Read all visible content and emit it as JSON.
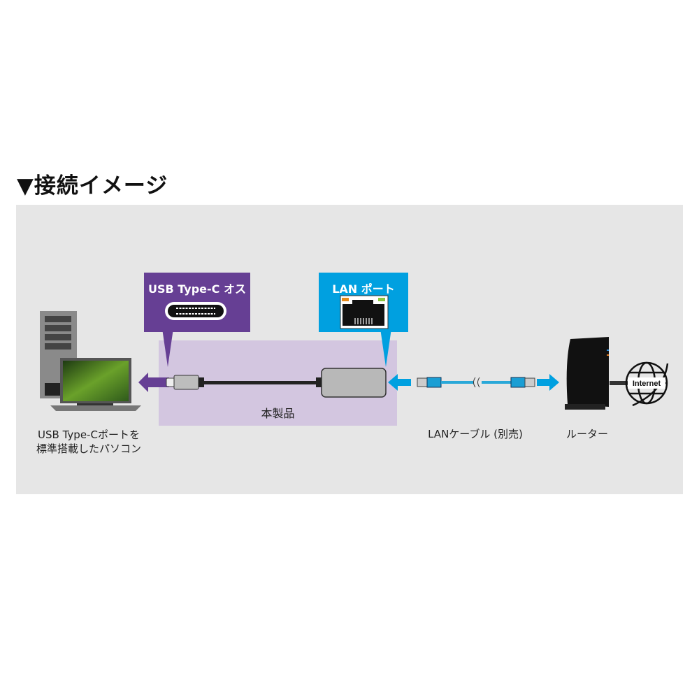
{
  "title": "▼接続イメージ",
  "callouts": {
    "usb": {
      "label": "USB Type-C オス",
      "color": "#663f94"
    },
    "lan": {
      "label": "LAN ポート",
      "color": "#00a0e0"
    }
  },
  "product_label": "本製品",
  "pc_label": [
    "USB Type-Cポートを",
    "標準搭載したパソコン"
  ],
  "cable_label": "LANケーブル (別売)",
  "router_label": "ルーター",
  "globe_label": "Internet",
  "colors": {
    "panel": "#e6e6e6",
    "product_area": "#d3c6e0",
    "arrow_blue": "#00a0e0",
    "arrow_purple": "#663f94"
  }
}
